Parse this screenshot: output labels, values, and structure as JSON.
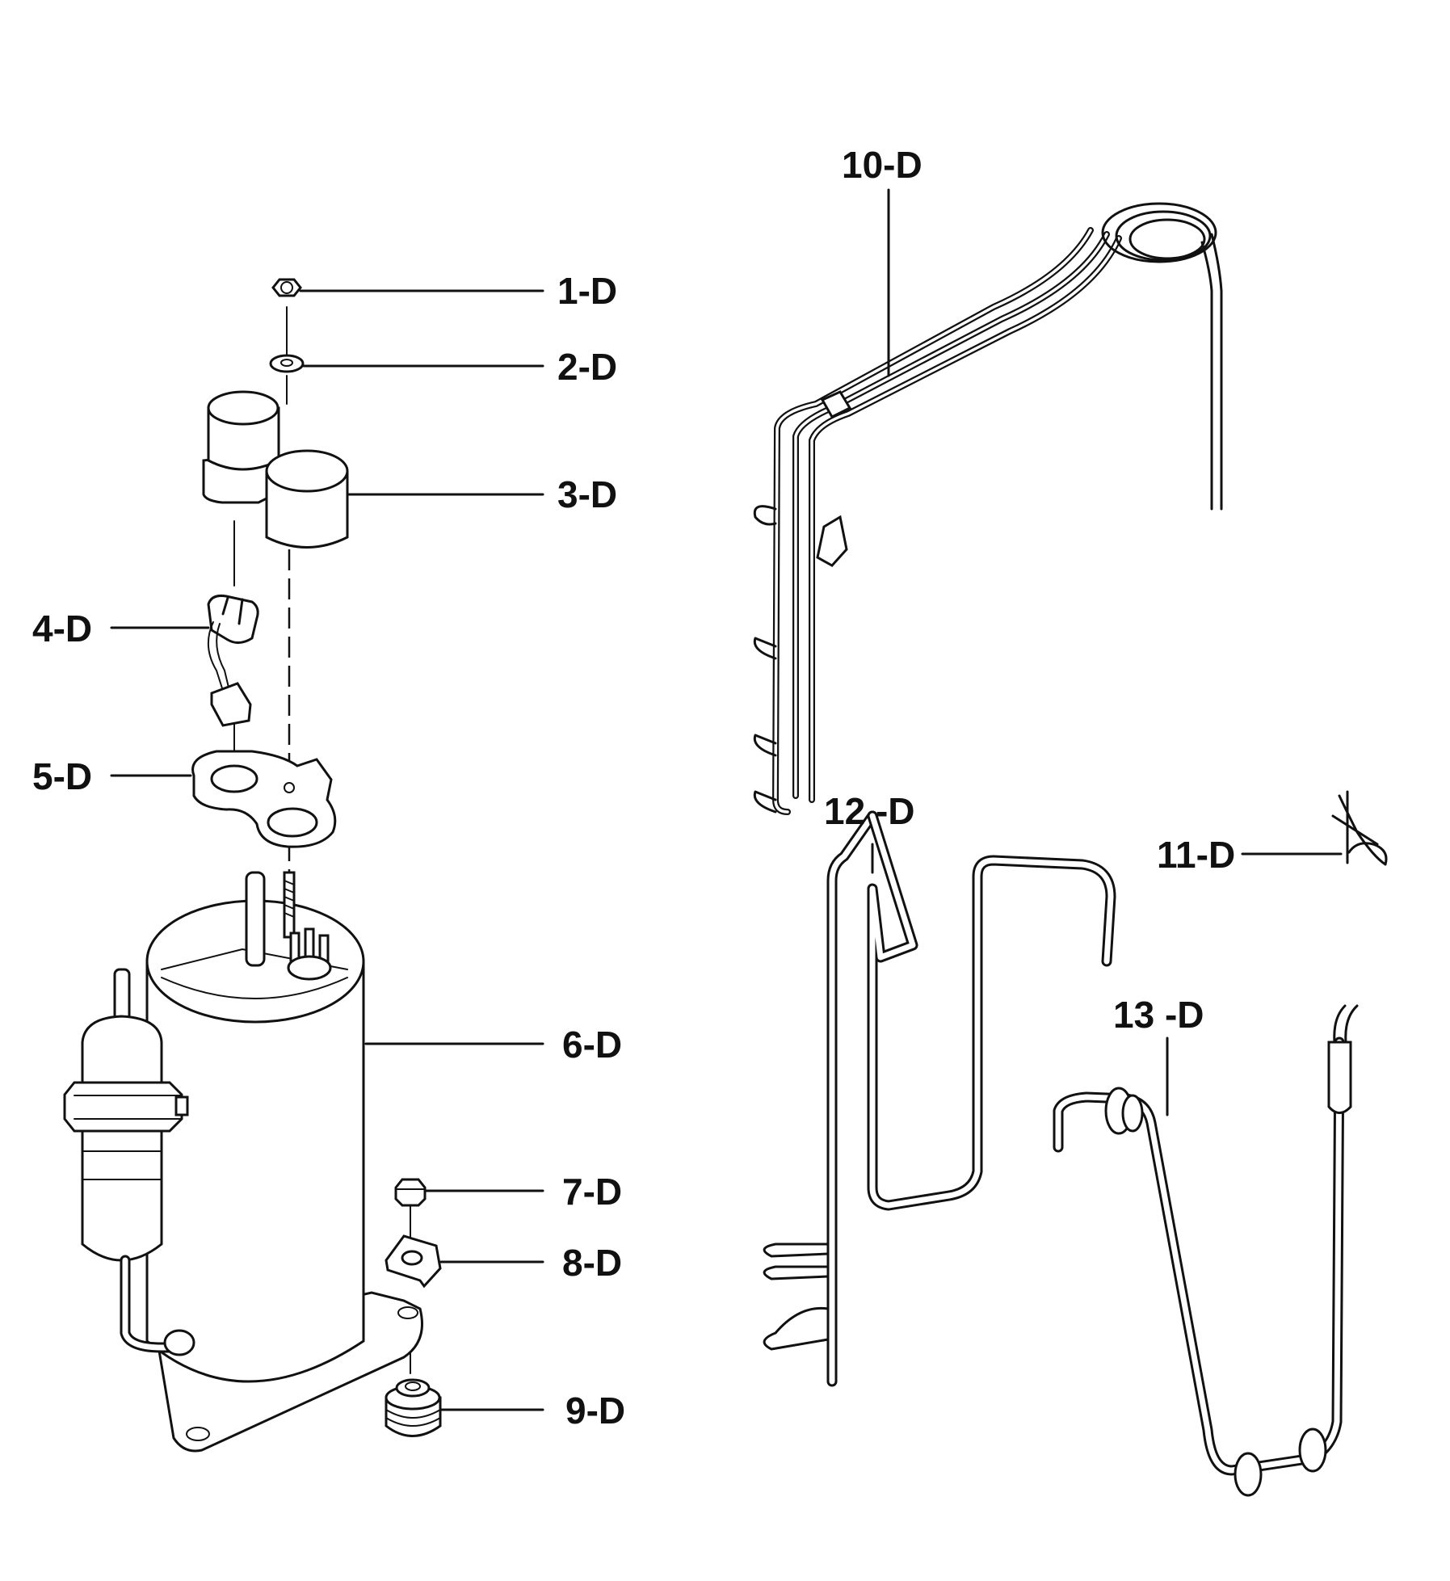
{
  "diagram": {
    "parts": [
      {
        "id": "p1",
        "label": "1-D"
      },
      {
        "id": "p2",
        "label": "2-D"
      },
      {
        "id": "p3",
        "label": "3-D"
      },
      {
        "id": "p4",
        "label": "4-D"
      },
      {
        "id": "p5",
        "label": "5-D"
      },
      {
        "id": "p6",
        "label": "6-D"
      },
      {
        "id": "p7",
        "label": "7-D"
      },
      {
        "id": "p8",
        "label": "8-D"
      },
      {
        "id": "p9",
        "label": "9-D"
      },
      {
        "id": "p10",
        "label": "10-D"
      },
      {
        "id": "p11",
        "label": "11-D"
      },
      {
        "id": "p12",
        "label": "12 -D"
      },
      {
        "id": "p13",
        "label": "13 -D"
      }
    ]
  }
}
